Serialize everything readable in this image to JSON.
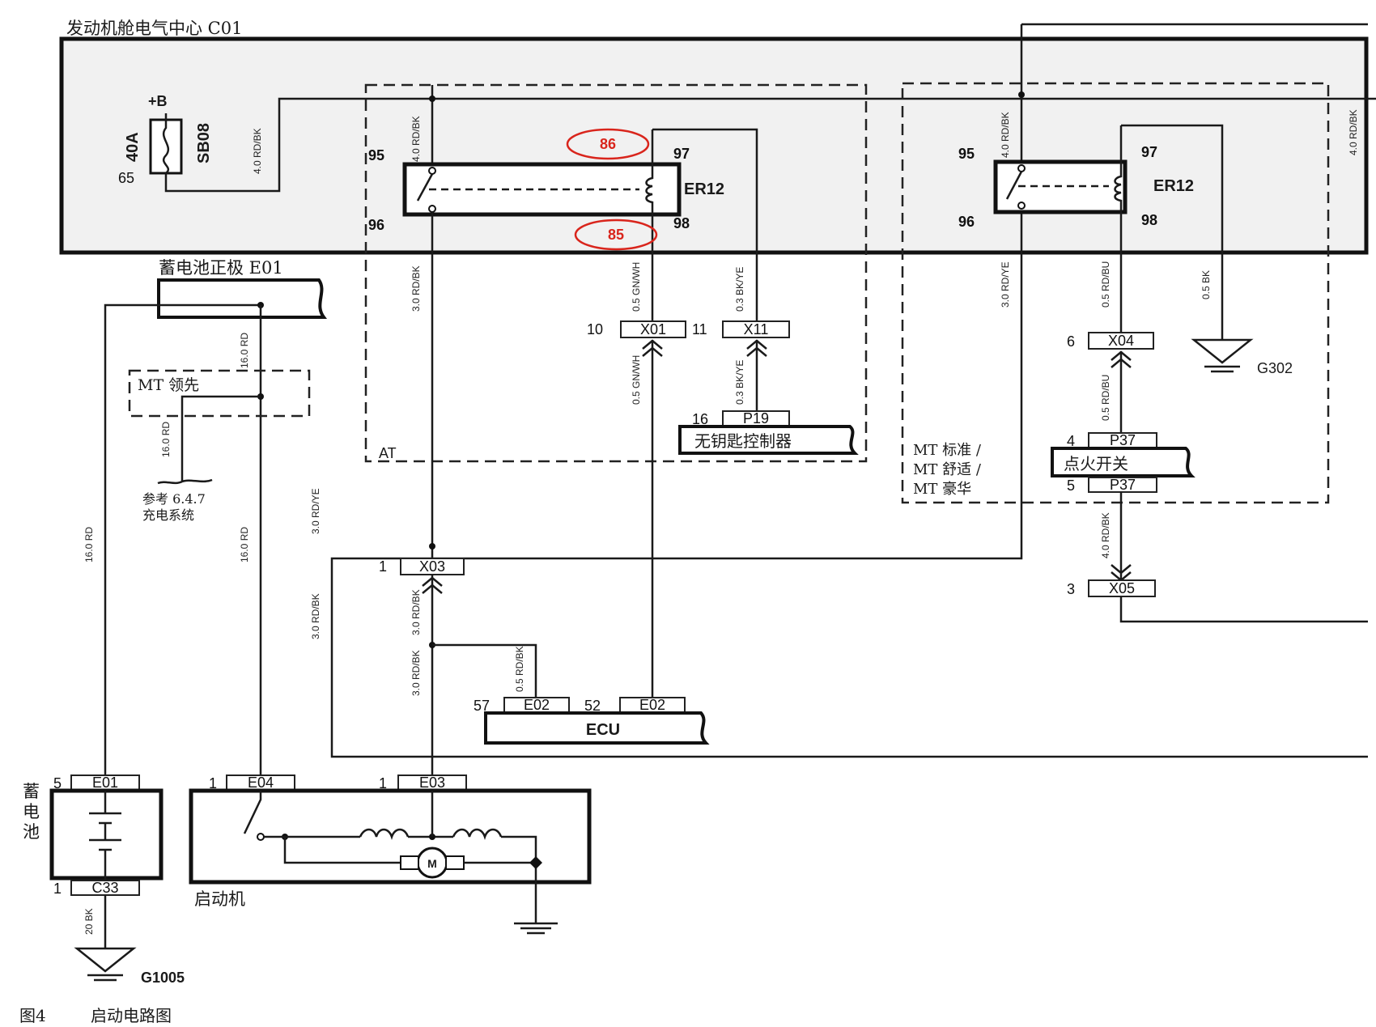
{
  "engine_bay": {
    "title": "发动机舱电气中心 C01"
  },
  "fuse": {
    "supply": "+B",
    "rating": "40A",
    "name": "SB08",
    "pin": "65",
    "wire_out": "4.0 RD/BK"
  },
  "relay_at": {
    "name": "ER12",
    "pin_95": "95",
    "pin_96": "96",
    "pin_97": "97",
    "pin_98": "98",
    "mark_86": "86",
    "mark_85": "85",
    "wire_95": "4.0 RD/BK",
    "wire_96": "3.0 RD/BK",
    "wire_98": "0.5 GN/WH",
    "wire_97": "0.3 BK/YE",
    "region": "AT"
  },
  "relay_mt": {
    "name": "ER12",
    "pin_95": "95",
    "pin_96": "96",
    "pin_97": "97",
    "pin_98": "98",
    "wire_95": "4.0 RD/BK",
    "wire_96": "3.0 RD/YE",
    "wire_98": "0.5 RD/BU",
    "wire_97": "0.5 BK",
    "wire_right": "4.0 RD/BK",
    "region": [
      "MT 标准 /",
      "MT 舒适 /",
      "MT 豪华"
    ]
  },
  "connectors": {
    "x01": {
      "pin": "10",
      "name": "X01",
      "wire_below": "0.5 GN/WH"
    },
    "x11": {
      "pin": "11",
      "name": "X11",
      "wire_below": "0.3 BK/YE"
    },
    "p19": {
      "pin": "16",
      "name": "P19"
    },
    "x04": {
      "pin": "6",
      "name": "X04",
      "wire_below": "0.5 RD/BU"
    },
    "p37a": {
      "pin": "4",
      "name": "P37"
    },
    "p37b": {
      "pin": "5",
      "name": "P37",
      "wire_below": "4.0 RD/BK"
    },
    "x05": {
      "pin": "3",
      "name": "X05"
    },
    "x03": {
      "pin": "1",
      "name": "X03",
      "wire_below_a": "3.0 RD/BK",
      "wire_below_b": "3.0 RD/BK"
    },
    "e02a": {
      "pin": "57",
      "name": "E02",
      "wire": "0.5 RD/BK"
    },
    "e02b": {
      "pin": "52",
      "name": "E02"
    },
    "e01": {
      "pin": "5",
      "name": "E01"
    },
    "e04": {
      "pin": "1",
      "name": "E04"
    },
    "e03": {
      "pin": "1",
      "name": "E03"
    },
    "c33": {
      "pin": "1",
      "name": "C33"
    }
  },
  "components": {
    "keyless": "无钥匙控制器",
    "ignition": "点火开关",
    "ecu": "ECU",
    "battery_pos": "蓄电池正极 E01",
    "battery": [
      "蓄",
      "电",
      "池"
    ],
    "starter": "启动机"
  },
  "grounds": {
    "g302": "G302",
    "g1005": "G1005"
  },
  "mt_lead": {
    "label": "MT 领先",
    "wire_a": "16.0 RD",
    "wire_b": "16.0 RD",
    "ref_1": "参考 6.4.7",
    "ref_2": "充电系统"
  },
  "left_wires": {
    "battery_feed": "16.0 RD",
    "starter_feed": "16.0 RD",
    "starter_ctrl_a": "3.0 RD/YE",
    "starter_ctrl_b": "3.0 RD/BK",
    "ground": "20 BK"
  },
  "caption": {
    "fig": "图4",
    "title": "启动电路图"
  }
}
